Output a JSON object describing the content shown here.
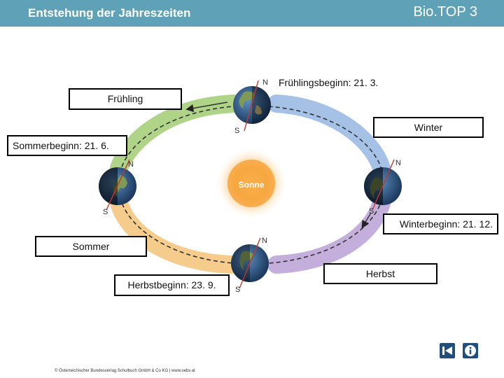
{
  "header": {
    "title": "Entstehung der Jahreszeiten",
    "brand": "Bio.TOP 3"
  },
  "diagram": {
    "sun_label": "Sonne",
    "pole_north": "N",
    "pole_south": "S",
    "labels": {
      "fruehlingsbeginn": "Frühlingsbeginn: 21. 3.",
      "fruehling": "Frühling",
      "winter": "Winter",
      "sommerbeginn": "Sommerbeginn: 21. 6.",
      "winterbeginn": "Winterbeginn: 21. 12.",
      "sommer": "Sommer",
      "herbst": "Herbst",
      "herbstbeginn": "Herbstbeginn: 23. 9."
    }
  },
  "footer": {
    "copyright": "© Österreichischer Bundesverlag Schulbuch GmbH & Co KG | www.oebv.at"
  },
  "nav": {
    "back_icon": "back-to-start-icon",
    "info_icon": "info-icon"
  },
  "colors": {
    "header": "#5fa2b7",
    "spring_band": "#9cc96a",
    "summer_band": "#f3c070",
    "autumn_band": "#b59ad4",
    "winter_band": "#8fb3e0",
    "sun": "#f39a2c",
    "nav_button": "#1f4f7a"
  }
}
